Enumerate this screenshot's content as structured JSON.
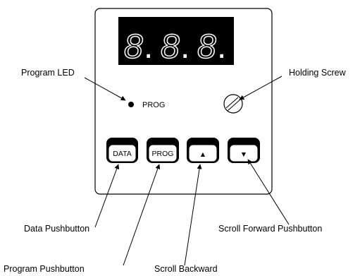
{
  "display": {
    "digits": [
      "8",
      "8",
      "8"
    ]
  },
  "panel": {
    "led_label": "PROG"
  },
  "buttons": [
    {
      "label": "DATA"
    },
    {
      "label": "PROG"
    },
    {
      "label": "▲"
    },
    {
      "label": "▼"
    }
  ],
  "callouts": {
    "program_led": "Program LED",
    "holding_screw": "Holding Screw",
    "data_pushbutton": "Data Pushbutton",
    "program_pushbutton": "Program Pushbutton",
    "scroll_backward": "Scroll Backward",
    "scroll_forward": "Scroll Forward Pushbutton"
  }
}
